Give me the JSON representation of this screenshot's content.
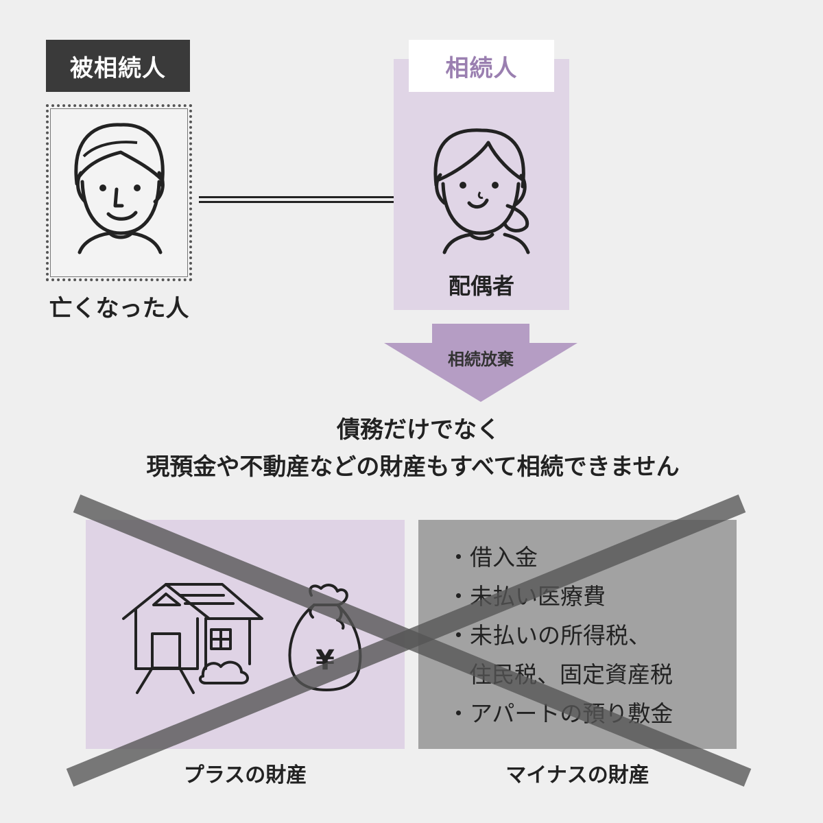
{
  "decedent": {
    "tag": "被相続人",
    "caption": "亡くなった人"
  },
  "heir": {
    "tag": "相続人",
    "caption": "配偶者"
  },
  "arrow_label": "相続放棄",
  "message": {
    "line1": "債務だけでなく",
    "line2": "現預金や不動産などの財産もすべて相続できません"
  },
  "plus_assets": {
    "label": "プラスの財産",
    "yen_symbol": "¥"
  },
  "minus_assets": {
    "label": "マイナスの財産",
    "items": [
      "・借入金",
      "・未払い医療費",
      "・未払いの所得税、",
      "住民税、固定資産税",
      "・アパートの預り敷金"
    ]
  },
  "colors": {
    "purple_light": "#e0d5e6",
    "purple_mid": "#b59dc4",
    "purple_text": "#9a7fb0",
    "dark": "#3a3a3a",
    "gray_box": "#a2a2a2",
    "cross": "#555555"
  },
  "icons": [
    "man-icon",
    "woman-icon",
    "house-icon",
    "money-bag-icon"
  ]
}
